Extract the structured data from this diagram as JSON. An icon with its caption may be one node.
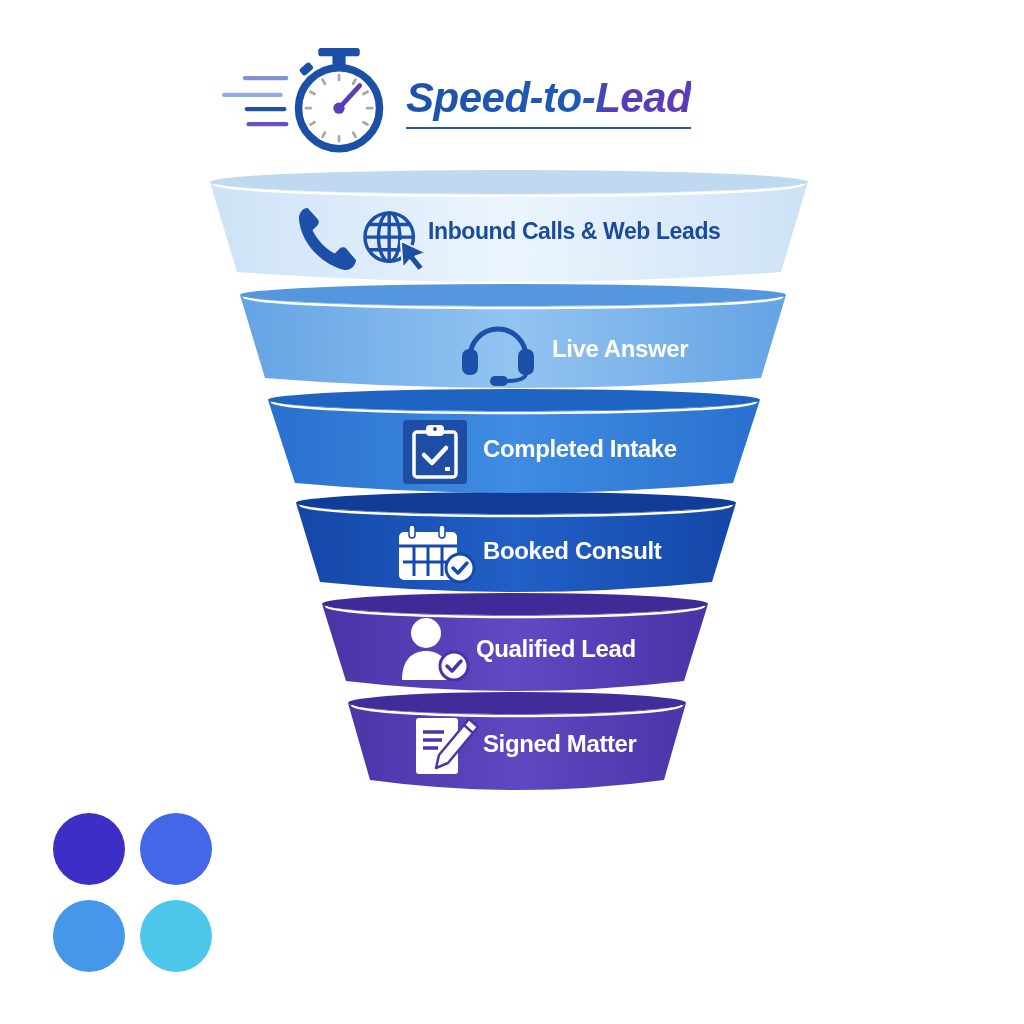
{
  "diagram": {
    "title": "Speed-to-Lead",
    "nodes": [
      {
        "text": [
          "Inbound Calls & Web Leads"
        ]
      },
      {
        "text": [
          "Live Answer"
        ]
      },
      {
        "text": [
          "Completed Intake"
        ]
      },
      {
        "text": [
          "Booked Consult"
        ]
      },
      {
        "text": [
          "Qualified Lead"
        ]
      },
      {
        "text": [
          "Signed Matter"
        ]
      }
    ]
  }
}
